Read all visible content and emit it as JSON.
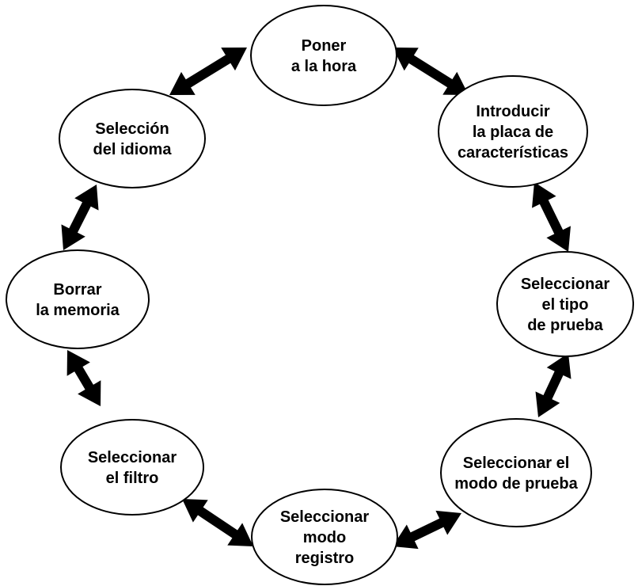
{
  "diagram": {
    "type": "cycle",
    "line_color": "#000000",
    "node_fill": "#ffffff",
    "nodes": [
      {
        "id": "poner-hora",
        "lines": [
          "Poner",
          "a la hora"
        ]
      },
      {
        "id": "introducir-placa",
        "lines": [
          "Introducir",
          "la placa de",
          "características"
        ]
      },
      {
        "id": "seleccionar-tipo-prueba",
        "lines": [
          "Seleccionar",
          "el tipo",
          "de prueba"
        ]
      },
      {
        "id": "seleccionar-modo-prueba",
        "lines": [
          "Seleccionar el",
          "modo de prueba"
        ]
      },
      {
        "id": "seleccionar-modo-registro",
        "lines": [
          "Seleccionar",
          "modo",
          "registro"
        ]
      },
      {
        "id": "seleccionar-filtro",
        "lines": [
          "Seleccionar",
          "el filtro"
        ]
      },
      {
        "id": "borrar-memoria",
        "lines": [
          "Borrar",
          "la memoria"
        ]
      },
      {
        "id": "seleccion-idioma",
        "lines": [
          "Selección",
          "del idioma"
        ]
      }
    ],
    "edges": [
      {
        "from": "poner-hora",
        "to": "introducir-placa",
        "direction": "both"
      },
      {
        "from": "introducir-placa",
        "to": "seleccionar-tipo-prueba",
        "direction": "both"
      },
      {
        "from": "seleccionar-tipo-prueba",
        "to": "seleccionar-modo-prueba",
        "direction": "both"
      },
      {
        "from": "seleccionar-modo-prueba",
        "to": "seleccionar-modo-registro",
        "direction": "both"
      },
      {
        "from": "seleccionar-modo-registro",
        "to": "seleccionar-filtro",
        "direction": "both"
      },
      {
        "from": "seleccionar-filtro",
        "to": "borrar-memoria",
        "direction": "both"
      },
      {
        "from": "borrar-memoria",
        "to": "seleccion-idioma",
        "direction": "both"
      },
      {
        "from": "seleccion-idioma",
        "to": "poner-hora",
        "direction": "both"
      }
    ]
  }
}
